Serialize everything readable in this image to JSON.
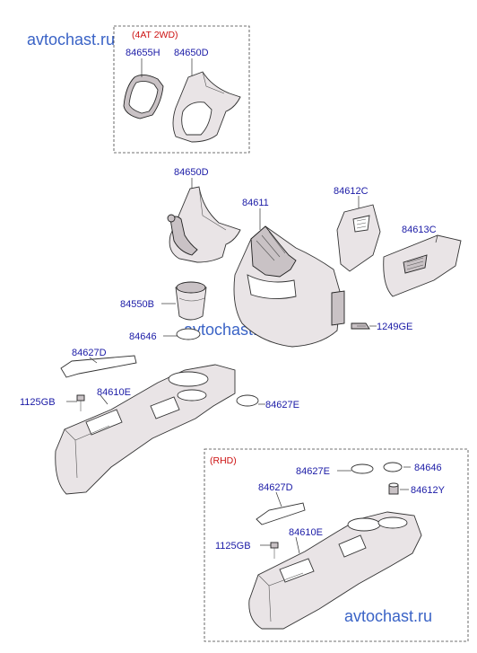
{
  "watermark": "avtochast.ru",
  "groups": {
    "at2wd": "(4AT 2WD)",
    "rhd": "(RHD)"
  },
  "labels": {
    "p84655H": "84655H",
    "p84650D_top": "84650D",
    "p84650D": "84650D",
    "p84611": "84611",
    "p84612C": "84612C",
    "p84613C": "84613C",
    "p84550B": "84550B",
    "p1249GE": "1249GE",
    "p84646": "84646",
    "p84627D": "84627D",
    "p1125GB": "1125GB",
    "p84610E": "84610E",
    "p84627E": "84627E",
    "rhd_84627E": "84627E",
    "rhd_84646": "84646",
    "rhd_84627D": "84627D",
    "rhd_84612Y": "84612Y",
    "rhd_84610E": "84610E",
    "rhd_1125GB": "1125GB"
  }
}
